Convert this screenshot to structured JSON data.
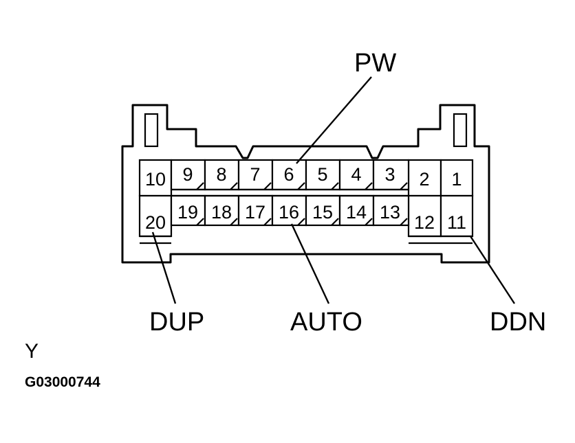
{
  "connector": {
    "pins": [
      {
        "num": "1"
      },
      {
        "num": "2"
      },
      {
        "num": "3"
      },
      {
        "num": "4"
      },
      {
        "num": "5"
      },
      {
        "num": "6"
      },
      {
        "num": "7"
      },
      {
        "num": "8"
      },
      {
        "num": "9"
      },
      {
        "num": "10"
      },
      {
        "num": "11"
      },
      {
        "num": "12"
      },
      {
        "num": "13"
      },
      {
        "num": "14"
      },
      {
        "num": "15"
      },
      {
        "num": "16"
      },
      {
        "num": "17"
      },
      {
        "num": "18"
      },
      {
        "num": "19"
      },
      {
        "num": "20"
      }
    ]
  },
  "callouts": {
    "pw": "PW",
    "dup": "DUP",
    "auto": "AUTO",
    "ddn": "DDN"
  },
  "view_letter": "Y",
  "figure_code": "G03000744"
}
